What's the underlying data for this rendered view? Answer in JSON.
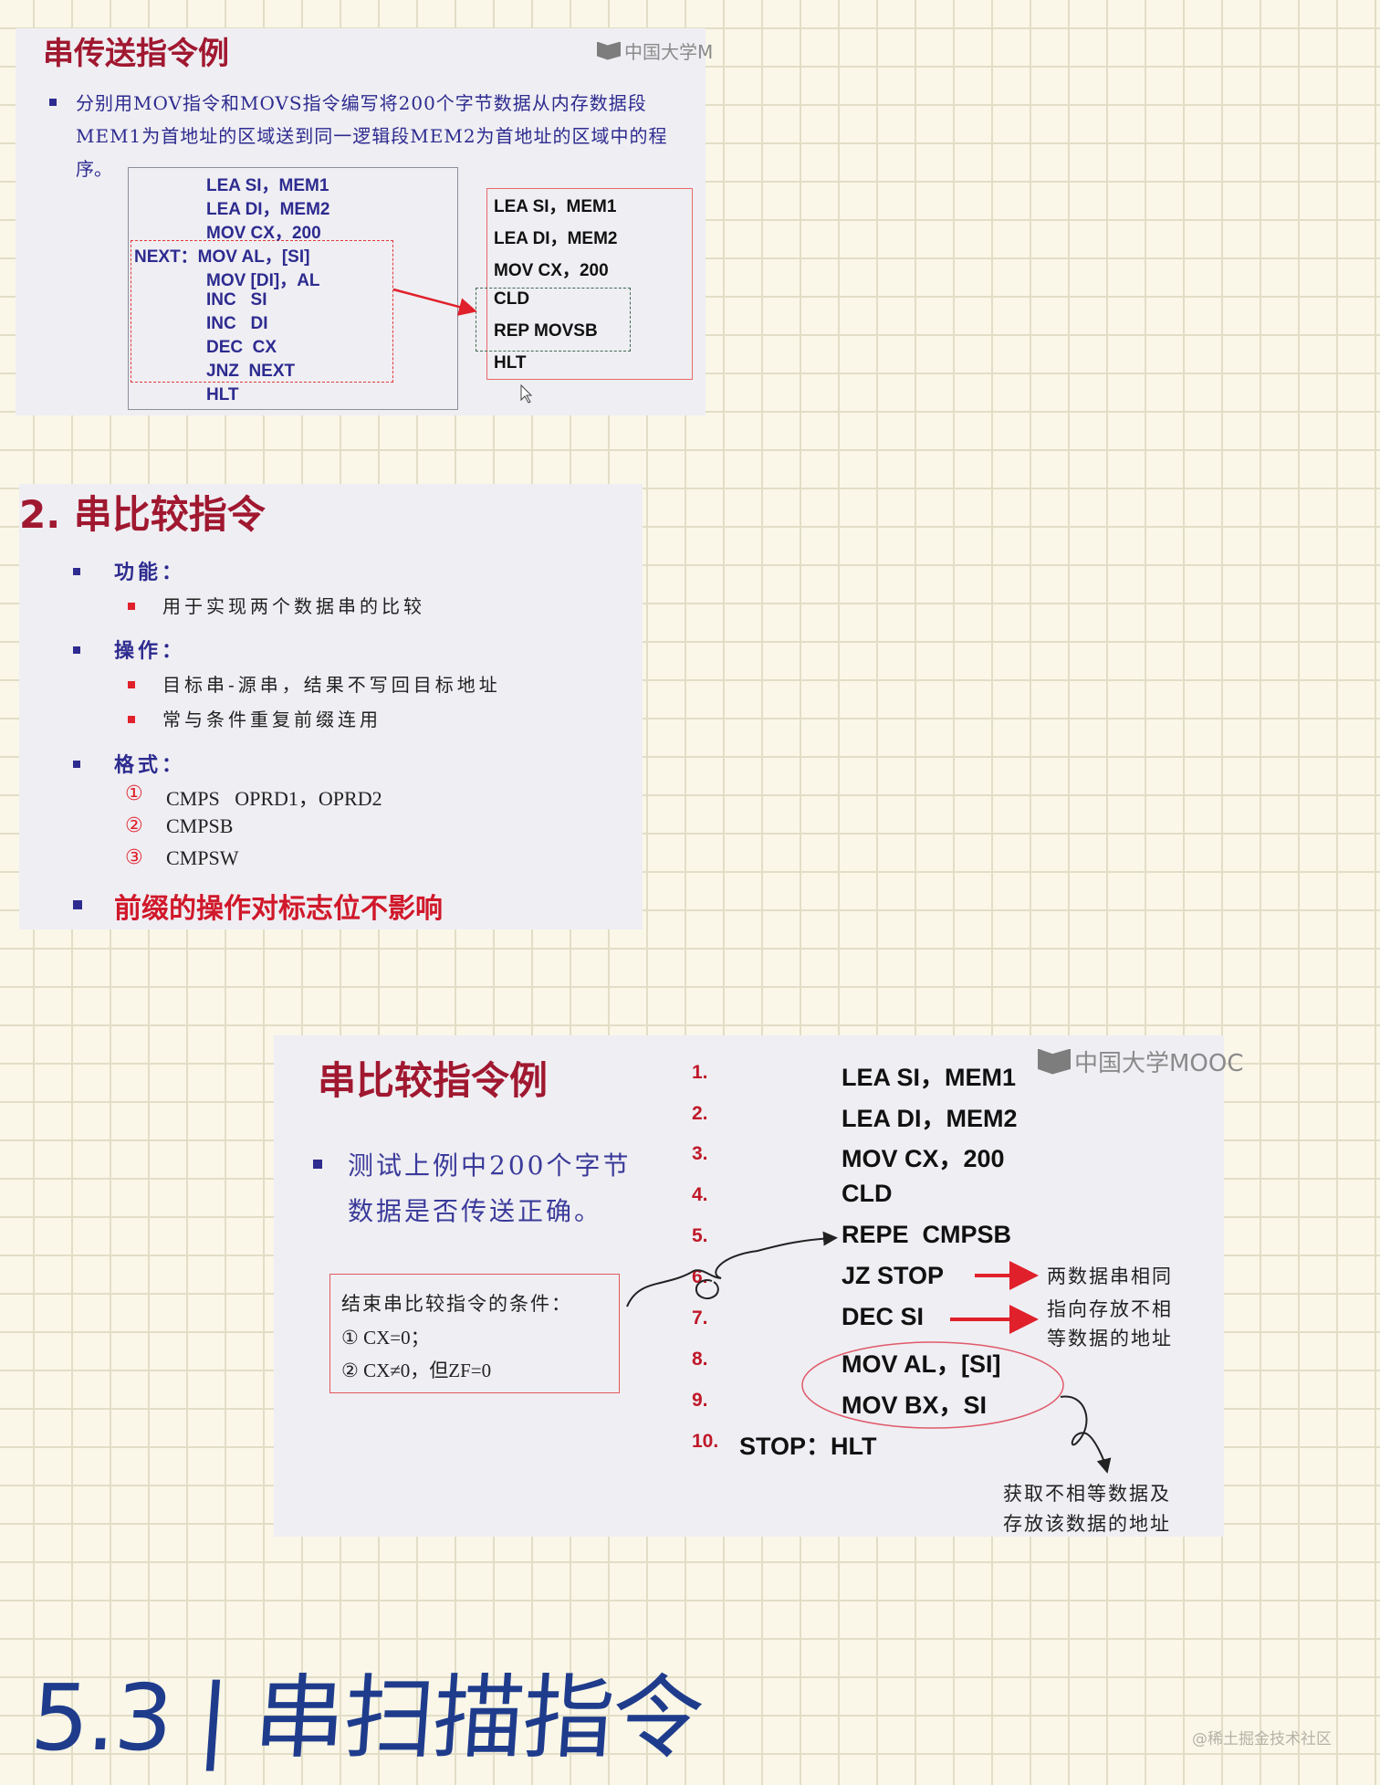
{
  "slide1": {
    "title": "串传送指令例",
    "logo": "中国大学M",
    "text_lines": [
      "分别用MOV指令和MOVS指令编写将200个字节数据从内存数据段",
      "MEM1为首地址的区域送到同一逻辑段MEM2为首地址的区域中的程",
      "序。"
    ],
    "left_code": [
      "LEA  SI，MEM1",
      "LEA  DI，MEM2",
      "MOV  CX，200",
      "NEXT：MOV AL，[SI]",
      "MOV [DI]，AL",
      "INC   SI",
      "INC   DI",
      "DEC  CX",
      "JNZ  NEXT",
      "HLT"
    ],
    "right_code": [
      "LEA SI，MEM1",
      "LEA DI，MEM2",
      "MOV CX，200",
      "CLD",
      "REP MOVSB",
      "HLT"
    ]
  },
  "slide2": {
    "title": "2. 串比较指令",
    "sections": [
      {
        "label": "功能：",
        "items": [
          "用于实现两个数据串的比较"
        ]
      },
      {
        "label": "操作：",
        "items": [
          "目标串-源串，结果不写回目标地址",
          "常与条件重复前缀连用"
        ]
      },
      {
        "label": "格式：",
        "items": []
      }
    ],
    "formats": [
      {
        "num": "①",
        "text": "CMPS   OPRD1，OPRD2"
      },
      {
        "num": "②",
        "text": "CMPSB"
      },
      {
        "num": "③",
        "text": "CMPSW"
      }
    ],
    "note": "前缀的操作对标志位不影响"
  },
  "slide3": {
    "title": "串比较指令例",
    "logo": "中国大学MOOC",
    "bullet_lines": [
      "测试上例中200个字节",
      "数据是否传送正确。"
    ],
    "box_lines": [
      "结束串比较指令的条件：",
      "① CX=0；",
      "② CX≠0，但ZF=0"
    ],
    "numbers": [
      "1.",
      "2.",
      "3.",
      "4.",
      "5.",
      "6.",
      "7.",
      "8.",
      "9.",
      "10."
    ],
    "code": [
      "LEA SI，MEM1",
      "LEA DI，MEM2",
      "MOV CX，200",
      "CLD",
      "REPE  CMPSB",
      "JZ STOP",
      "DEC SI",
      "MOV AL，[SI]",
      "MOV BX，SI",
      "STOP：HLT"
    ],
    "annot_right": [
      "两数据串相同",
      "指向存放不相",
      "等数据的地址"
    ],
    "annot_bottom": [
      "获取不相等数据及",
      "存放该数据的地址"
    ]
  },
  "handwriting": "5.3 | 串扫描指令",
  "watermark": "@稀土掘金技术社区",
  "colors": {
    "title": "#a01830",
    "blue": "#2d2b8f",
    "red": "#e0202a",
    "ink": "#1f3c8c"
  }
}
